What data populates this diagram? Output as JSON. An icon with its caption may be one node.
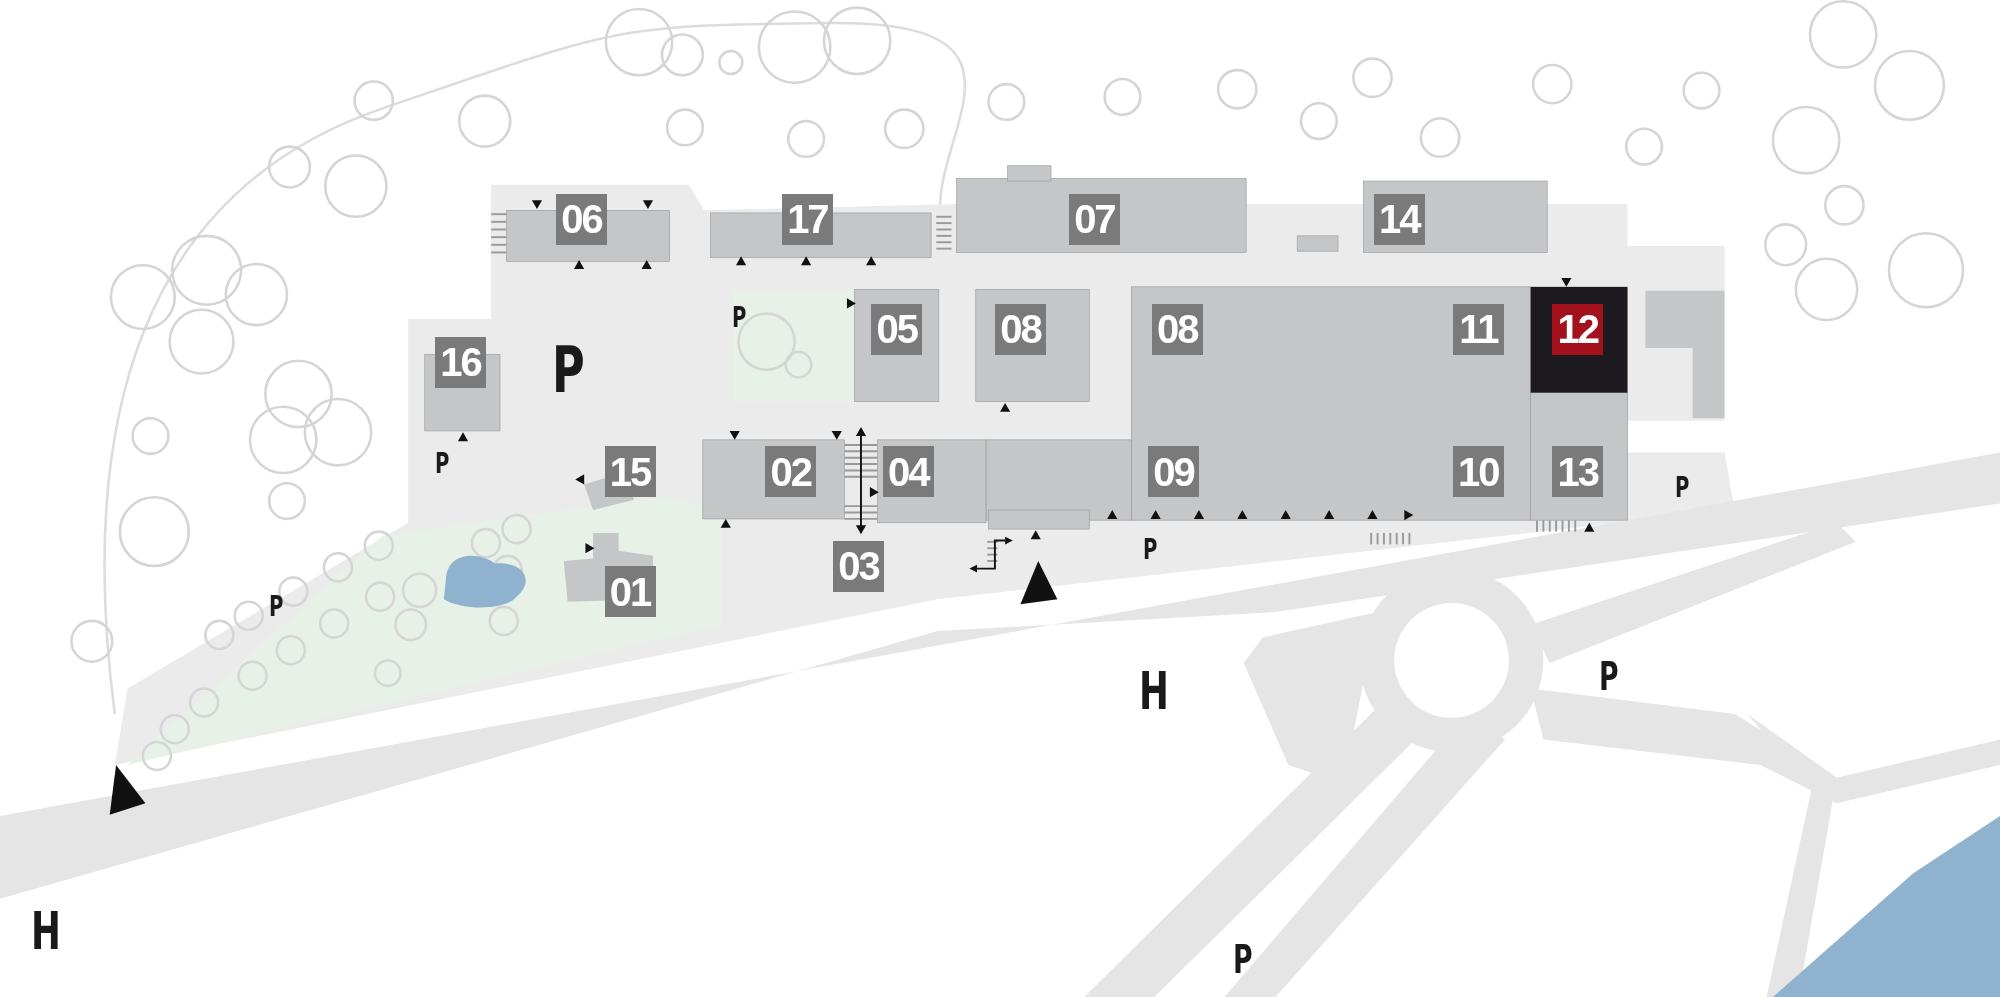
{
  "diagram": {
    "nodes": [
      {
        "text": [
          "06"
        ]
      },
      {
        "text": [
          "17"
        ]
      },
      {
        "text": [
          "07"
        ]
      },
      {
        "text": [
          "14"
        ]
      },
      {
        "text": [
          "05"
        ]
      },
      {
        "text": [
          "08"
        ]
      },
      {
        "text": [
          "08"
        ]
      },
      {
        "text": [
          "11"
        ]
      },
      {
        "text": [
          "12"
        ]
      },
      {
        "text": [
          "16"
        ]
      },
      {
        "text": [
          "15"
        ]
      },
      {
        "text": [
          "02"
        ]
      },
      {
        "text": [
          "04"
        ]
      },
      {
        "text": [
          "09"
        ]
      },
      {
        "text": [
          "10"
        ]
      },
      {
        "text": [
          "13"
        ]
      },
      {
        "text": [
          "03"
        ]
      },
      {
        "text": [
          "01"
        ]
      }
    ],
    "labels": [
      "P",
      "P",
      "P",
      "P",
      "P",
      "P",
      "P",
      "H",
      "H",
      "P"
    ]
  }
}
